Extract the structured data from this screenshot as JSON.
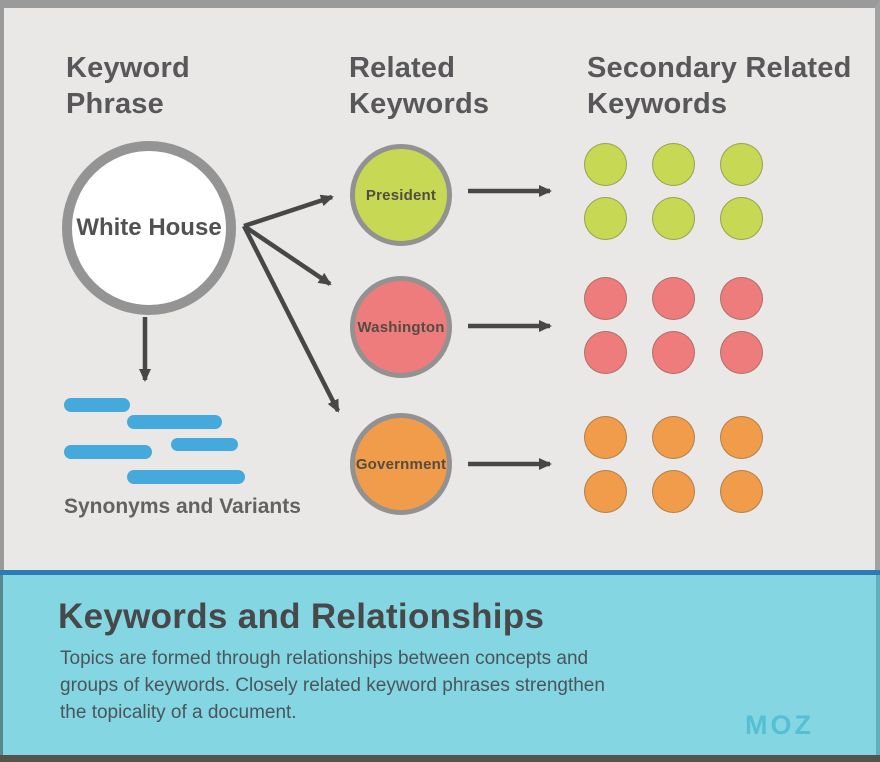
{
  "colors": {
    "frame": "#9b9a9b",
    "panel_bg": "#e9e8e7",
    "heading_text": "#58585a",
    "arrow": "#474747",
    "node_border": "#929292",
    "divider_blue": "#2a7cb8",
    "footer_bg": "#85d6e3",
    "bottom_strip": "#56524c",
    "logo_blue": "#4fbcd2"
  },
  "columns": {
    "keyword_phrase": "Keyword Phrase",
    "related_keywords": "Related Keywords",
    "secondary_related": "Secondary Related Keywords"
  },
  "main_node": {
    "label": "White House"
  },
  "related_nodes": [
    {
      "id": "president",
      "label": "President",
      "color": "#c7d855"
    },
    {
      "id": "washington",
      "label": "Washington",
      "color": "#ee7c7d"
    },
    {
      "id": "government",
      "label": "Government",
      "color": "#f09c4b"
    }
  ],
  "secondary_grids": [
    {
      "node": "president",
      "color": "#c7d855",
      "rows": 2,
      "cols": 3
    },
    {
      "node": "washington",
      "color": "#ee7c7d",
      "rows": 2,
      "cols": 3
    },
    {
      "node": "government",
      "color": "#f09c4b",
      "rows": 2,
      "cols": 3
    }
  ],
  "synonyms": {
    "label": "Synonyms and Variants",
    "bar_color": "#45a9dc",
    "bar_count": 5
  },
  "footer": {
    "title": "Keywords and Relationships",
    "description_lines": [
      "Topics are formed through relationships between concepts and",
      "groups of keywords. Closely related keyword phrases strengthen",
      "the topicality of a document."
    ],
    "logo": "MOZ"
  }
}
